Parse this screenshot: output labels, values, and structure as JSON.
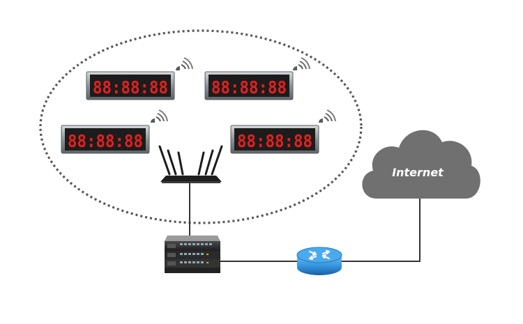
{
  "colors": {
    "background": "#ffffff",
    "clock_bezel": "#8a8f93",
    "clock_face": "#1c1c1c",
    "clock_digits": "#e32020",
    "ellipse_dots": "#555555",
    "cloud": "#707070",
    "link_line": "#333333",
    "router_blue": "#2f8fd8"
  },
  "icons": {
    "clock": "wireless-digital-clock-icon",
    "wifi": "wifi-signal-icon",
    "ap": "wireless-router-icon",
    "switch": "network-switch-icon",
    "router": "router-icon",
    "cloud": "cloud-icon"
  },
  "clocks": [
    {
      "display": "88:88:88"
    },
    {
      "display": "88:88:88"
    },
    {
      "display": "88:88:88"
    },
    {
      "display": "88:88:88"
    }
  ],
  "cloud": {
    "label": "Internet"
  }
}
